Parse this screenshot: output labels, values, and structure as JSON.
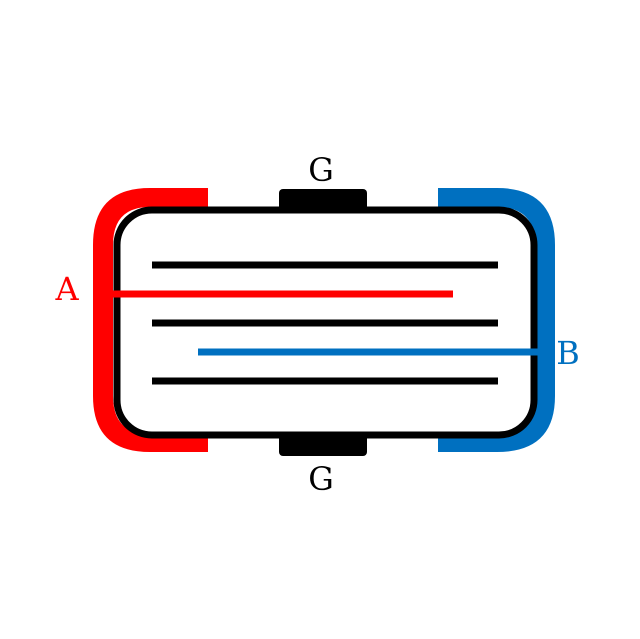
{
  "labels": {
    "top_gate": "G",
    "bottom_gate": "G",
    "left_terminal": "A",
    "right_terminal": "B"
  },
  "colors": {
    "left_terminal": "#ff0000",
    "right_terminal": "#0070c0",
    "body": "#000000",
    "background": "#ffffff"
  }
}
